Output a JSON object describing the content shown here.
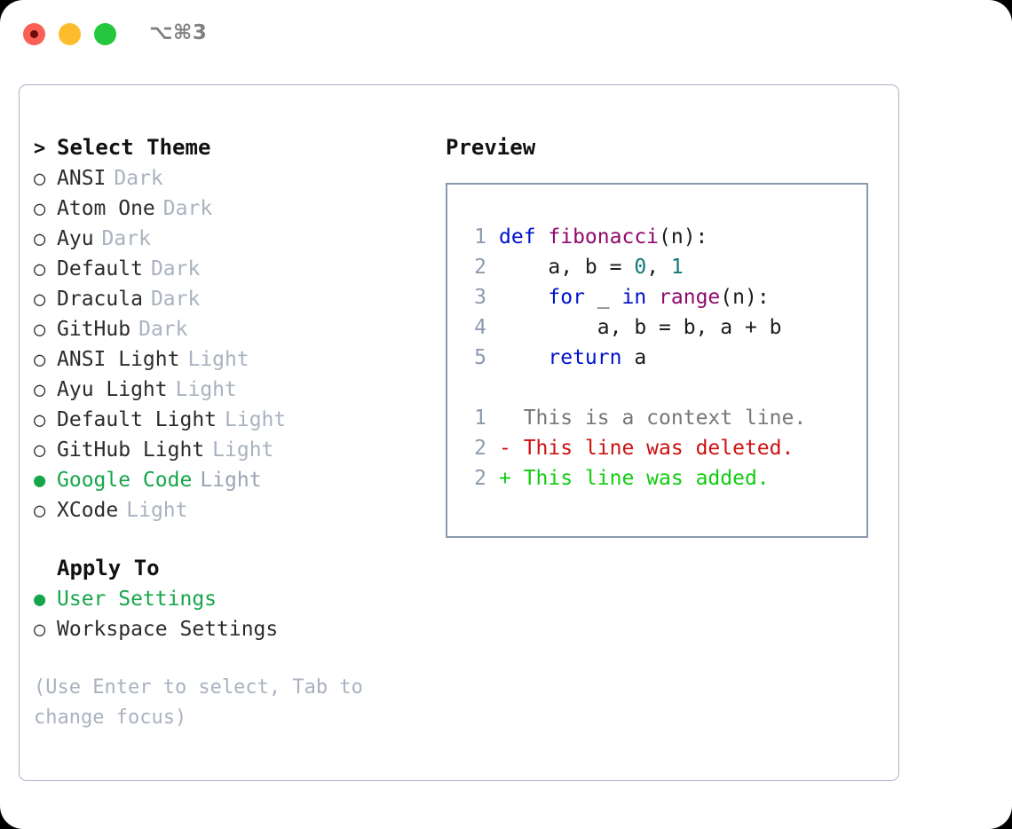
{
  "window": {
    "shortcut_label": "⌥⌘3",
    "traffic_lights": [
      "close",
      "minimize",
      "zoom"
    ],
    "colors": {
      "close": "#fb6057",
      "minimize": "#fdbc2c",
      "zoom": "#25c73f",
      "panel_border": "#aab4c4",
      "preview_border": "#8c9bb0",
      "accent_green": "#16a64a",
      "muted": "#a9b2bf",
      "keyword_blue": "#0011cc",
      "function_purple": "#8f0a6e",
      "number_teal": "#0d7878",
      "diff_delete_red": "#cc1111",
      "diff_add_green": "#11cc11",
      "line_number": "#8c9bb0"
    }
  },
  "theme_picker": {
    "heading": {
      "marker": ">",
      "label": "Select Theme"
    },
    "items": [
      {
        "marker": "○",
        "label": "ANSI",
        "tag": "Dark",
        "selected": false
      },
      {
        "marker": "○",
        "label": "Atom One",
        "tag": "Dark",
        "selected": false
      },
      {
        "marker": "○",
        "label": "Ayu",
        "tag": "Dark",
        "selected": false
      },
      {
        "marker": "○",
        "label": "Default",
        "tag": "Dark",
        "selected": false
      },
      {
        "marker": "○",
        "label": "Dracula",
        "tag": "Dark",
        "selected": false
      },
      {
        "marker": "○",
        "label": "GitHub",
        "tag": "Dark",
        "selected": false
      },
      {
        "marker": "○",
        "label": "ANSI Light",
        "tag": "Light",
        "selected": false
      },
      {
        "marker": "○",
        "label": "Ayu Light",
        "tag": "Light",
        "selected": false
      },
      {
        "marker": "○",
        "label": "Default Light",
        "tag": "Light",
        "selected": false
      },
      {
        "marker": "○",
        "label": "GitHub Light",
        "tag": "Light",
        "selected": false
      },
      {
        "marker": "●",
        "label": "Google Code",
        "tag": "Light",
        "selected": true
      },
      {
        "marker": "○",
        "label": "XCode",
        "tag": "Light",
        "selected": false
      }
    ]
  },
  "apply_to": {
    "heading": {
      "marker": " ",
      "label": "Apply To"
    },
    "items": [
      {
        "marker": "●",
        "label": "User Settings",
        "selected": true
      },
      {
        "marker": "○",
        "label": "Workspace Settings",
        "selected": false
      }
    ]
  },
  "hint": "(Use Enter to select, Tab to change focus)",
  "preview": {
    "title": "Preview",
    "code_lines": [
      {
        "lineno": "1",
        "tokens": [
          {
            "text": "def ",
            "type": "keyword"
          },
          {
            "text": "fibonacci",
            "type": "function"
          },
          {
            "text": "(n):",
            "type": "plain"
          }
        ]
      },
      {
        "lineno": "2",
        "tokens": [
          {
            "text": "    a, b = ",
            "type": "plain"
          },
          {
            "text": "0",
            "type": "number"
          },
          {
            "text": ", ",
            "type": "plain"
          },
          {
            "text": "1",
            "type": "number"
          }
        ]
      },
      {
        "lineno": "3",
        "tokens": [
          {
            "text": "    ",
            "type": "plain"
          },
          {
            "text": "for",
            "type": "keyword"
          },
          {
            "text": " _ ",
            "type": "plain"
          },
          {
            "text": "in",
            "type": "keyword"
          },
          {
            "text": " ",
            "type": "plain"
          },
          {
            "text": "range",
            "type": "function"
          },
          {
            "text": "(n):",
            "type": "plain"
          }
        ]
      },
      {
        "lineno": "4",
        "tokens": [
          {
            "text": "        a, b = b, a + b",
            "type": "plain"
          }
        ]
      },
      {
        "lineno": "5",
        "tokens": [
          {
            "text": "    ",
            "type": "plain"
          },
          {
            "text": "return",
            "type": "keyword"
          },
          {
            "text": " a",
            "type": "plain"
          }
        ]
      }
    ],
    "diff_lines": [
      {
        "lineno": "1",
        "marker": " ",
        "text": " This is a context line.",
        "type": "context"
      },
      {
        "lineno": "2",
        "marker": "-",
        "text": " This line was deleted.",
        "type": "delete"
      },
      {
        "lineno": "2",
        "marker": "+",
        "text": " This line was added.",
        "type": "add"
      }
    ]
  }
}
